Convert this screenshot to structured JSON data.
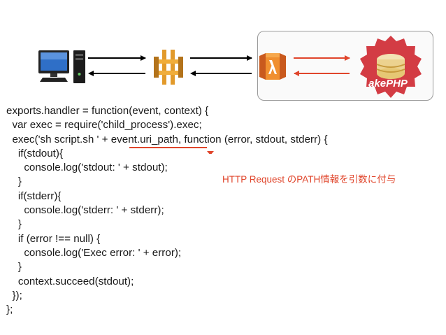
{
  "diagram": {
    "nodes": [
      {
        "id": "client",
        "icon": "desktop-computer-icon"
      },
      {
        "id": "api-gateway",
        "icon": "aws-api-gateway-icon"
      },
      {
        "id": "lambda",
        "icon": "aws-lambda-icon"
      },
      {
        "id": "cakephp",
        "icon": "cakephp-logo-icon",
        "logo_text": "akePHP"
      }
    ],
    "edges": [
      {
        "from": "client",
        "to": "api-gateway",
        "color": "#000000"
      },
      {
        "from": "api-gateway",
        "to": "client",
        "color": "#000000"
      },
      {
        "from": "api-gateway",
        "to": "lambda",
        "color": "#000000"
      },
      {
        "from": "lambda",
        "to": "api-gateway",
        "color": "#000000"
      },
      {
        "from": "lambda",
        "to": "cakephp",
        "color": "#e0452b"
      },
      {
        "from": "cakephp",
        "to": "lambda",
        "color": "#e0452b"
      }
    ]
  },
  "code": {
    "lines": [
      "exports.handler = function(event, context) {",
      "  var exec = require('child_process').exec;",
      "  exec('sh script.sh ' + event.uri_path, function (error, stdout, stderr) {",
      "    if(stdout){",
      "      console.log('stdout: ' + stdout);",
      "    }",
      "    if(stderr){",
      "      console.log('stderr: ' + stderr);",
      "    }",
      "    if (error !== null) {",
      "      console.log('Exec error: ' + error);",
      "    }",
      "    context.succeed(stdout);",
      "  });",
      "};"
    ]
  },
  "annotation": {
    "text": "HTTP Request のPATH情報を引数に付与",
    "color": "#e0452b"
  }
}
